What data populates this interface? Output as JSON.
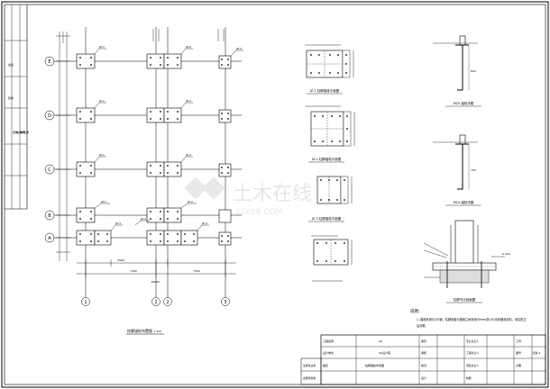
{
  "drawing": {
    "plan_title": "柱脚锚栓布置图",
    "plan_scale": "1:100",
    "row_axes": [
      "E",
      "D",
      "C",
      "B",
      "A"
    ],
    "col_axes": [
      "1",
      "2",
      "3"
    ],
    "col_dims": [
      "3000",
      "7500",
      "7500"
    ],
    "overall_dim": "18000",
    "base_tags": [
      "JZ-1",
      "JZ-2",
      "JZ-3"
    ],
    "details": [
      {
        "title": "JZ-1 柱脚锚栓平面图"
      },
      {
        "title": "JZ-2 柱脚锚栓平面图"
      },
      {
        "title": "JZ-3 柱脚锚栓平面图"
      }
    ],
    "anchor_details": [
      {
        "title": "M20 锚栓详图",
        "length": "600"
      },
      {
        "title": "M24 锚栓详图",
        "length": "700"
      }
    ],
    "section": {
      "title": "柱脚节点剖面图",
      "elev": "-0.400"
    },
    "notes": {
      "heading": "说明：",
      "lines": [
        "1. 锚栓采用Q235钢，柱脚底板与基础之间采用50mm厚C40无收缩灌浆料，待柱校正",
        "   后浇筑。"
      ]
    }
  },
  "watermark": {
    "cn": "土木在线",
    "en": "COI88.COM"
  },
  "title_block": {
    "project_label": "工程名称",
    "project_value": "XX",
    "design_unit": "设计单位",
    "unit_value": "XX设计院",
    "drawing_label": "图名",
    "drawing_value": "柱脚锚栓布置图",
    "left_cells": [
      "注册执业章",
      "出图专用章"
    ],
    "right_labels": [
      "审定",
      "审核",
      "校对",
      "设计",
      "制图"
    ],
    "info_labels": [
      "专业负责人",
      "工程负责人",
      "项目负责人"
    ],
    "meta_labels": [
      "工号",
      "图号",
      "日期"
    ],
    "meta_values": [
      "",
      "结施-2",
      ""
    ]
  },
  "side_strip": {
    "labels": [
      "会签",
      "建筑",
      "结构",
      "给排水",
      "电气",
      "暖通"
    ]
  }
}
